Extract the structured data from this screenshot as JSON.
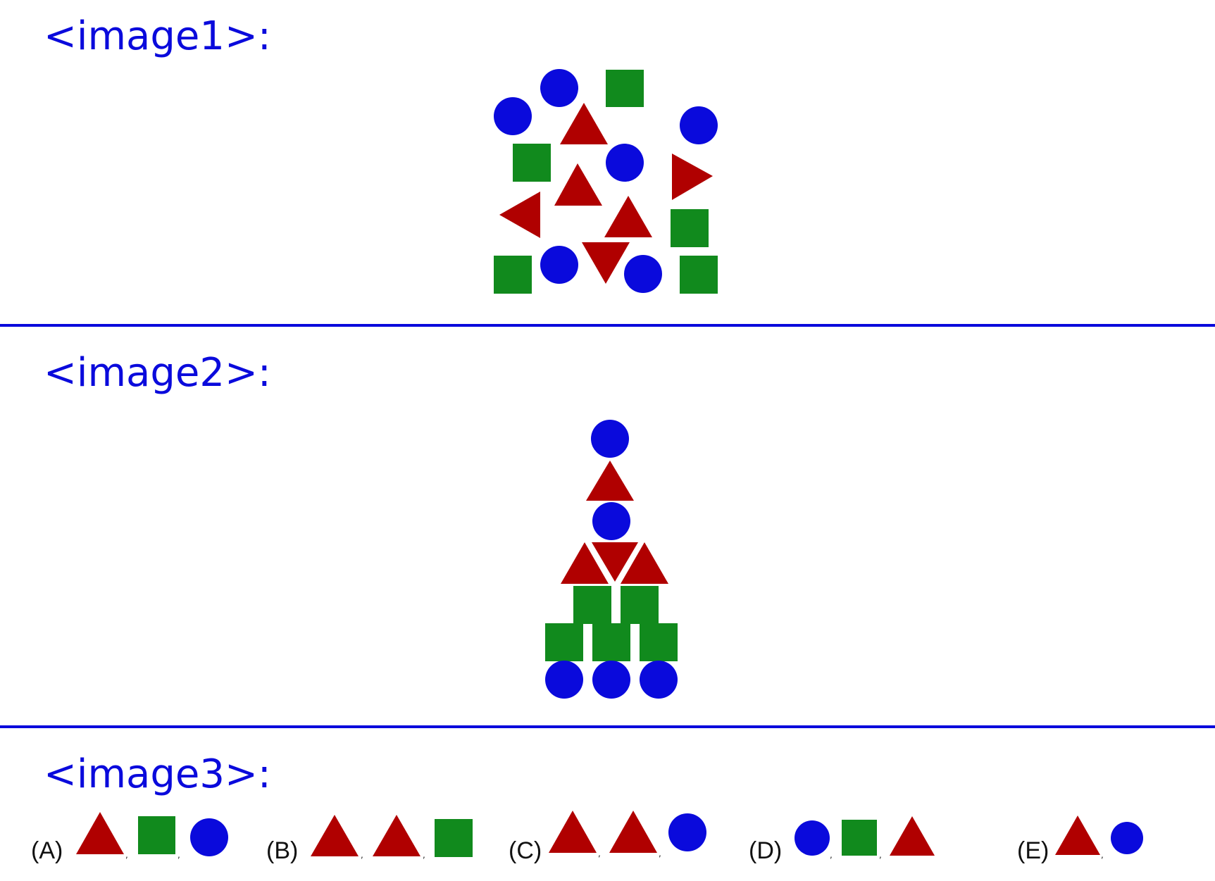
{
  "labels": {
    "image1": "<image1>:",
    "image2": "<image2>:",
    "image3": "<image3>:"
  },
  "colors": {
    "label_blue": "#0a0adc",
    "circle": "#0a0adc",
    "triangle": "#b00000",
    "square": "#118a1d"
  },
  "options": [
    {
      "letter": "(A)",
      "shapes": [
        "triangle",
        "square",
        "circle"
      ]
    },
    {
      "letter": "(B)",
      "shapes": [
        "triangle",
        "triangle",
        "square"
      ]
    },
    {
      "letter": "(C)",
      "shapes": [
        "triangle",
        "triangle",
        "circle"
      ]
    },
    {
      "letter": "(D)",
      "shapes": [
        "circle",
        "square",
        "triangle"
      ]
    },
    {
      "letter": "(E)",
      "shapes": [
        "triangle",
        "circle"
      ]
    }
  ]
}
